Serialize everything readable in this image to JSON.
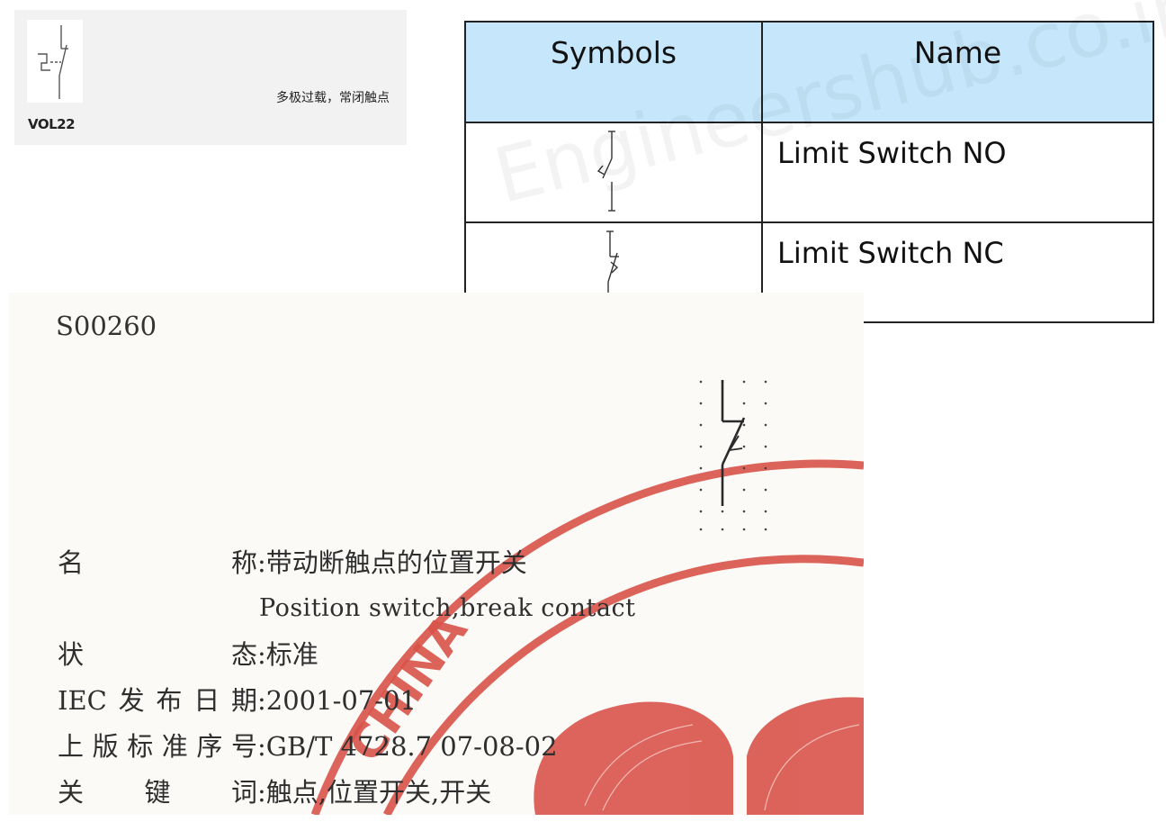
{
  "vol_card": {
    "code": "VOL22",
    "description": "多极过载，常闭触点",
    "icon": "multipole-overload-nc-contact-icon"
  },
  "symbols_table": {
    "headers": {
      "symbols": "Symbols",
      "name": "Name"
    },
    "rows": [
      {
        "icon": "limit-switch-no-icon",
        "name": "Limit Switch NO"
      },
      {
        "icon": "limit-switch-nc-icon",
        "name": "Limit Switch NC"
      }
    ],
    "header_color": "#c6e7fb",
    "watermark": "Engineershub.co.in"
  },
  "standard_sheet": {
    "code": "S00260",
    "symbol_icon": "position-switch-break-contact-icon",
    "seal_text": "CHINA",
    "seal_color": "#d9534a",
    "fields": [
      {
        "label": "名称",
        "value": "带动断触点的位置开关"
      },
      {
        "label": "状态",
        "value": "标准"
      },
      {
        "label": "IEC发布日期",
        "value": "2001-07-01"
      },
      {
        "label": "上版标准序号",
        "value": "GB/T 4728.7 07-08-02"
      },
      {
        "label": "关键词",
        "value": "触点,位置开关,开关"
      }
    ],
    "name_en": "Position switch,break contact",
    "separator": ":"
  }
}
